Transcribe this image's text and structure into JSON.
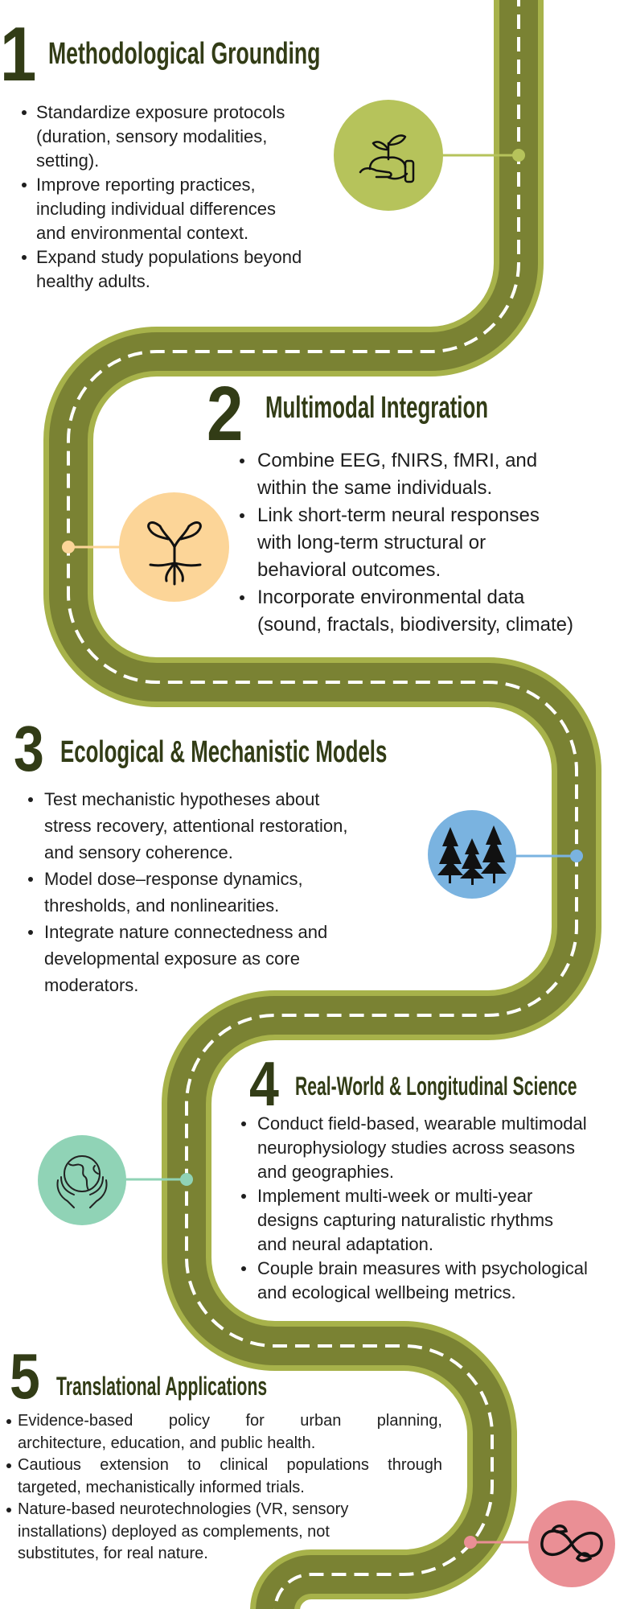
{
  "colors": {
    "road_edge": "#a7b24a",
    "road_fill": "#7a8233",
    "title": "#323c16",
    "step1": "#b6c35b",
    "step2": "#fcd598",
    "step3": "#7ab3e0",
    "step4": "#90d3b6",
    "step5": "#ea8f95"
  },
  "steps": [
    {
      "number": "1",
      "title": "Methodological Grounding",
      "icon": "hand-holding-seedling-icon",
      "bullets": [
        {
          "lines": [
            "Standardize exposure protocols",
            "(duration, sensory modalities,",
            "setting)."
          ]
        },
        {
          "lines": [
            "Improve reporting practices,",
            "including individual differences",
            "and environmental context."
          ]
        },
        {
          "lines": [
            "Expand study populations beyond",
            "healthy adults."
          ]
        }
      ]
    },
    {
      "number": "2",
      "title": "Multimodal Integration",
      "icon": "sprout-roots-icon",
      "bullets": [
        {
          "lines": [
            "Combine EEG, fNIRS, fMRI, and",
            "within the same individuals."
          ]
        },
        {
          "lines": [
            "Link short-term neural responses",
            "with long-term structural or",
            "behavioral outcomes."
          ]
        },
        {
          "lines": [
            "Incorporate environmental data",
            "(sound, fractals, biodiversity, climate)"
          ]
        }
      ]
    },
    {
      "number": "3",
      "title": "Ecological & Mechanistic Models",
      "icon": "pine-trees-icon",
      "bullets": [
        {
          "lines": [
            "Test mechanistic hypotheses about",
            "stress recovery, attentional restoration,",
            "and sensory coherence."
          ]
        },
        {
          "lines": [
            "Model dose–response dynamics,",
            "thresholds, and nonlinearities."
          ]
        },
        {
          "lines": [
            "Integrate nature connectedness and",
            "developmental exposure as core",
            "moderators."
          ]
        }
      ]
    },
    {
      "number": "4",
      "title": "Real-World & Longitudinal Science",
      "icon": "hands-holding-globe-icon",
      "bullets": [
        {
          "lines": [
            "Conduct field-based, wearable multimodal",
            "neurophysiology studies across seasons",
            "and geographies."
          ]
        },
        {
          "lines": [
            "Implement multi-week or multi-year",
            "designs capturing naturalistic rhythms",
            "and neural adaptation."
          ]
        },
        {
          "lines": [
            "Couple brain measures with psychological",
            "and ecological wellbeing metrics."
          ]
        }
      ]
    },
    {
      "number": "5",
      "title": "Translational Applications",
      "icon": "leaf-infinity-icon",
      "bullets": [
        {
          "lines": [
            "Evidence-based policy for urban planning,",
            "architecture, education, and public health."
          ],
          "justify_first": true
        },
        {
          "lines": [
            "Cautious extension to clinical populations through",
            "targeted, mechanistically informed trials."
          ],
          "justify_first": true
        },
        {
          "lines": [
            "Nature-based neurotechnologies (VR, sensory",
            "installations) deployed as complements, not",
            "substitutes, for real nature."
          ]
        }
      ]
    }
  ]
}
